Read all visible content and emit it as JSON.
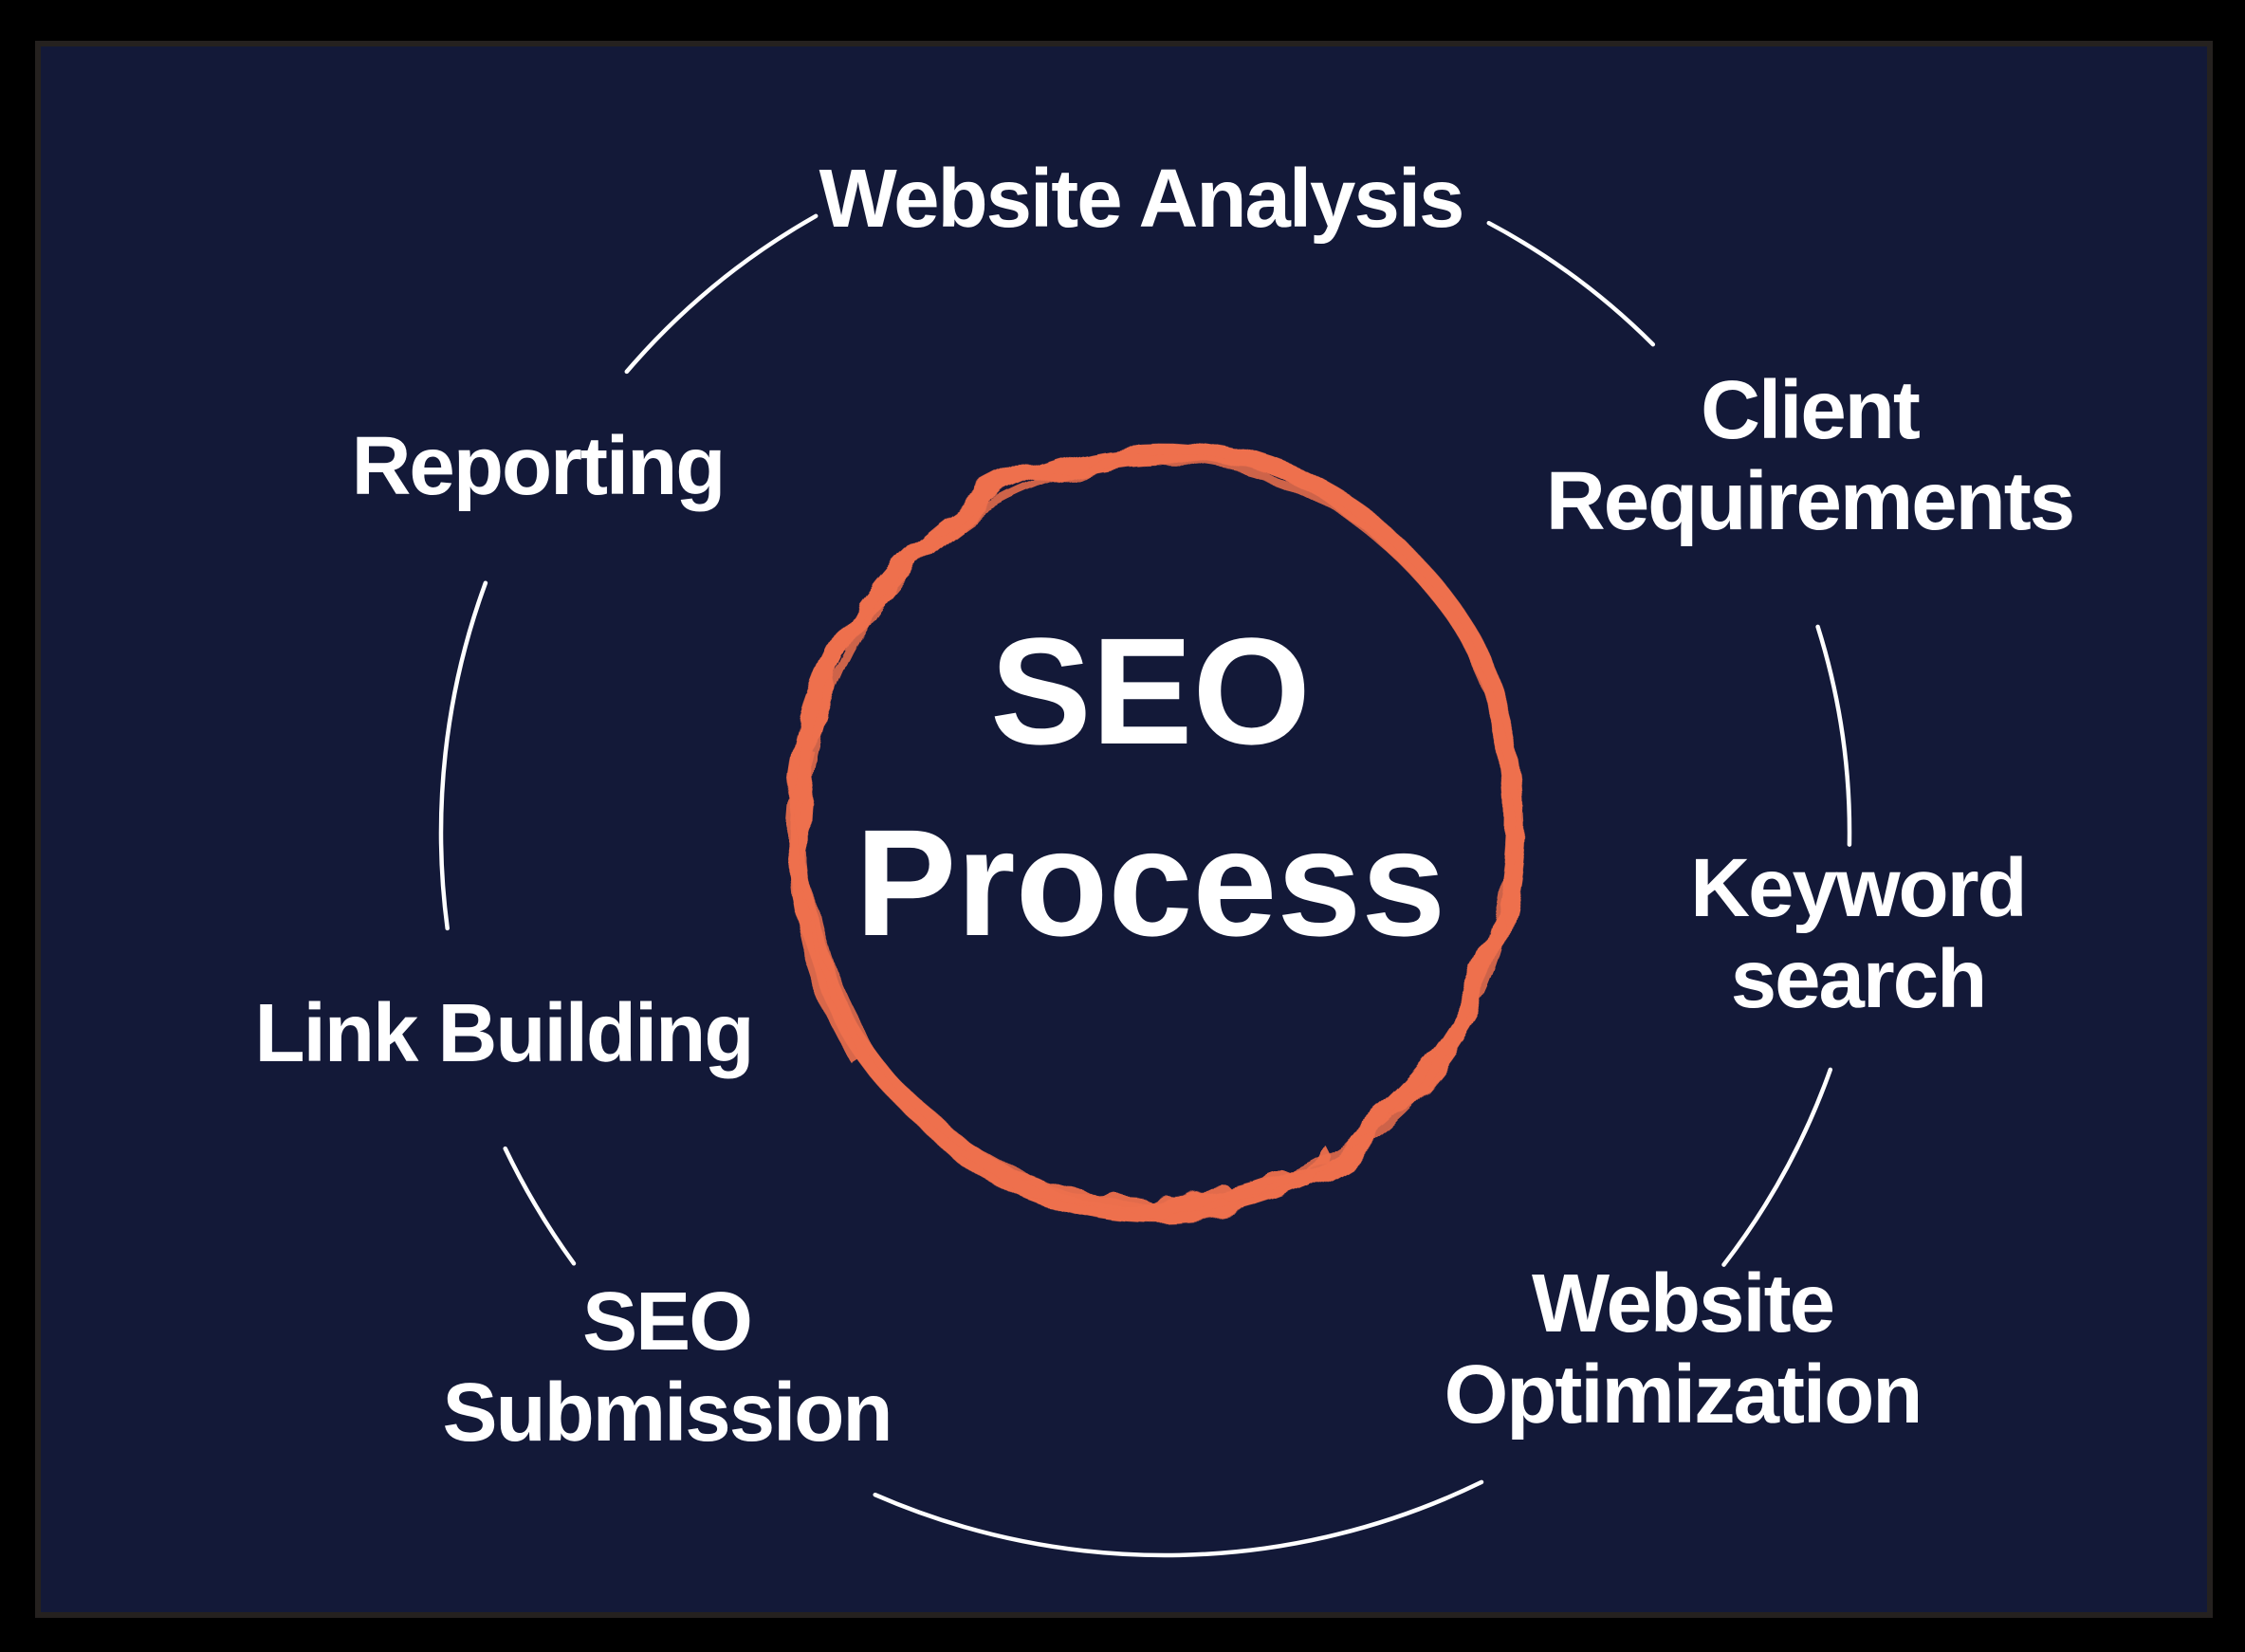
{
  "title": {
    "line1": "SEO",
    "line2": "Process"
  },
  "steps": [
    {
      "id": "website-analysis",
      "lines": [
        "Website Analysis"
      ]
    },
    {
      "id": "client-requirements",
      "lines": [
        "Client",
        "Requirements"
      ]
    },
    {
      "id": "keyword-search",
      "lines": [
        "Keyword",
        "search"
      ]
    },
    {
      "id": "website-optimization",
      "lines": [
        "Website",
        "Optimization"
      ]
    },
    {
      "id": "seo-submission",
      "lines": [
        "SEO",
        "Submission"
      ]
    },
    {
      "id": "link-building",
      "lines": [
        "Link Building"
      ]
    },
    {
      "id": "reporting",
      "lines": [
        "Reporting"
      ]
    }
  ],
  "colors": {
    "background": "#000000",
    "panel": "#131938",
    "accent": "#ee6f4d",
    "text": "#ffffff"
  }
}
